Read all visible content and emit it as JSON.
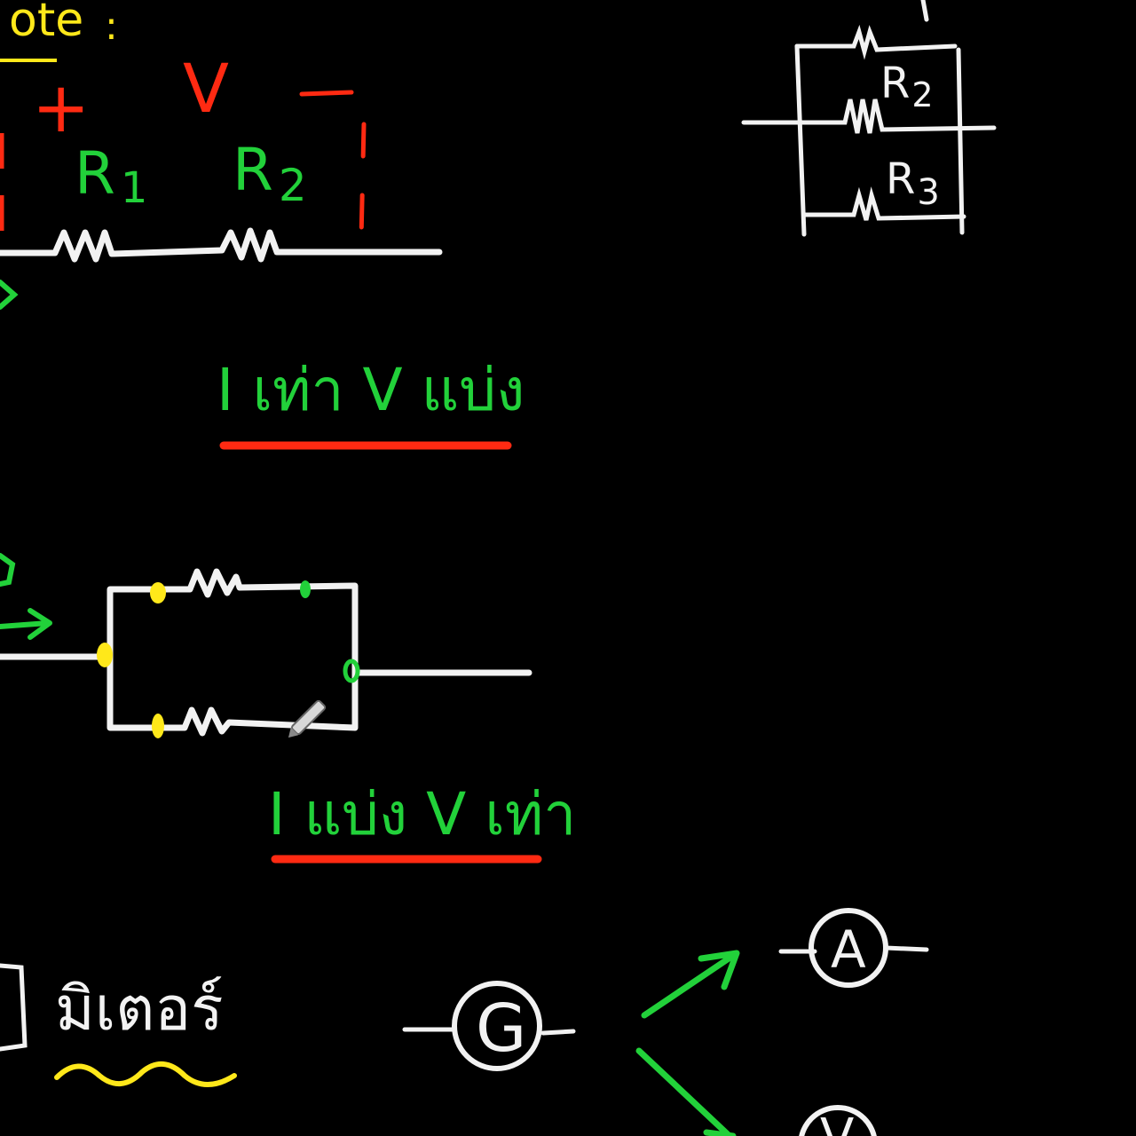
{
  "colors": {
    "background": "#000000",
    "chalk_white": "#f2f2f2",
    "chalk_green": "#22d13a",
    "chalk_red": "#ff2a12",
    "chalk_yellow": "#ffe81a"
  },
  "header": {
    "note_label": "ote",
    "note_colon": ":"
  },
  "series_circuit": {
    "plus": "+",
    "voltage": "V",
    "minus": "−",
    "r1_label": "R",
    "r1_sub": "1",
    "r2_label": "R",
    "r2_sub": "2",
    "rule_caption": "I เท่า V แบ่ง"
  },
  "parallel_mini": {
    "r2_label": "R",
    "r2_sub": "2",
    "r3_label": "R",
    "r3_sub": "3"
  },
  "parallel_circuit": {
    "rule_caption": "I แบ่ง V เท่า"
  },
  "meters": {
    "bottom_word": "มิเตอร์",
    "galvanometer": "G",
    "ammeter": "A",
    "voltmeter": "V"
  }
}
